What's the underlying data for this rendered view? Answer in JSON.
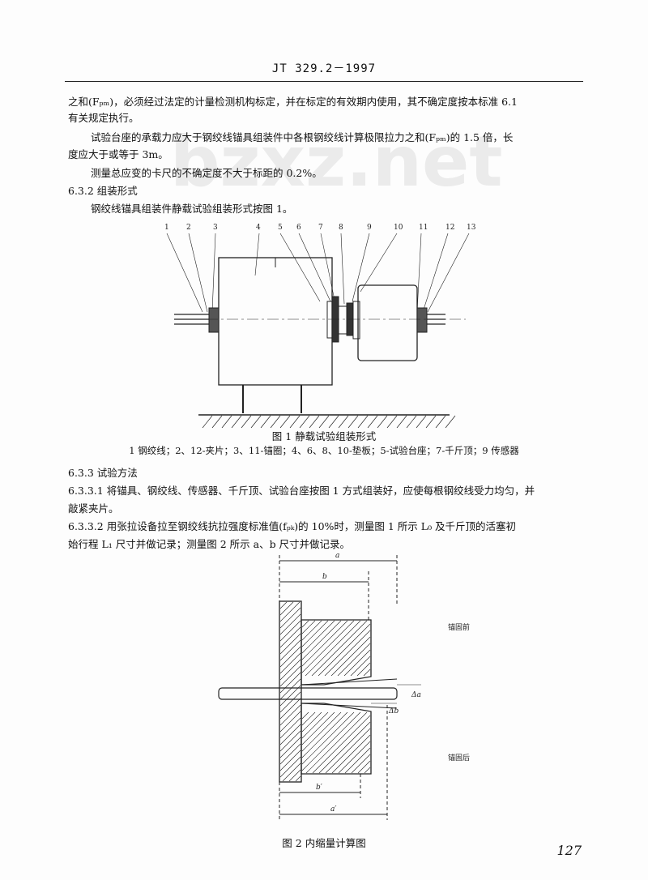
{
  "header": {
    "standard": "JT  329.2－1997"
  },
  "watermark": "bzxz.net",
  "paragraphs": [
    "之和(Fₚₘ)，必须经过法定的计量检测机构标定，并在标定的有效期内使用，其不确定度按本标准 6.1",
    "有关规定执行。",
    "试验台座的承载力应大于钢绞线锚具组装件中各根钢绞线计算极限拉力之和(Fₚₘ)的 1.5 倍，长",
    "度应大于或等于 3m。",
    "测量总应变的卡尺的不确定度不大于标距的 0.2%。",
    "6.3.2  组装形式",
    "钢绞线锚具组装件静载试验组装形式按图 1。"
  ],
  "figure1": {
    "labels": [
      "1",
      "2",
      "3",
      "4",
      "5",
      "6",
      "7",
      "8",
      "9",
      "10",
      "11",
      "12",
      "13"
    ],
    "title": "图 1   静载试验组装形式",
    "legend": "1 钢绞线；2、12-夹片；3、11-锚圈；4、6、8、10-垫板；5-试验台座；7-千斤顶；9 传感器"
  },
  "section2": [
    "6.3.3  试验方法",
    "6.3.3.1  将锚具、钢绞线、传感器、千斤顶、试验台座按图 1 方式组装好，应使每根钢绞线受力均匀，并",
    "敲紧夹片。",
    "6.3.3.2  用张拉设备拉至钢绞线抗拉强度标准值(fₚₖ)的 10%时，测量图 1 所示 L₀ 及千斤顶的活塞初",
    "始行程 L₁ 尺寸并做记录；测量图 2 所示 a、b 尺寸并做记录。"
  ],
  "figure2": {
    "dims": {
      "a": "a",
      "b": "b",
      "a2": "a′",
      "b2": "b′",
      "da": "Δa",
      "db": "Δb"
    },
    "before": "锚固前",
    "after": "锚固后",
    "title": "图 2   内缩量计算图"
  },
  "page_number": "127"
}
